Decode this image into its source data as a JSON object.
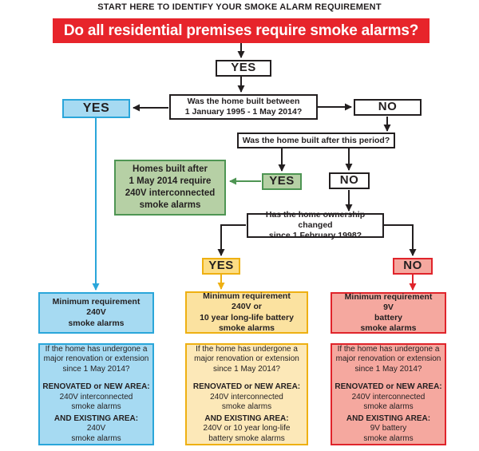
{
  "header": {
    "title": "START HERE TO IDENTIFY YOUR SMOKE ALARM REQUIREMENT"
  },
  "banner": {
    "text": "Do all residential premises require smoke alarms?"
  },
  "flow": {
    "yes_start": "YES",
    "q_built_between": "Was the home built between\n1 January 1995 - 1 May 2014?",
    "yes_built_between": "YES",
    "no_built_between": "NO",
    "q_built_after": "Was the home built after this period?",
    "yes_built_after": "YES",
    "no_built_after": "NO",
    "green_note": "Homes built after\n1 May 2014 require\n240V interconnected\nsmoke alarms",
    "q_ownership": "Has the home ownership changed\nsince 1 February 1998?",
    "yes_ownership": "YES",
    "no_ownership": "NO"
  },
  "outcomes": [
    {
      "name": "240v",
      "minimum": "Minimum requirement\n240V\nsmoke alarms",
      "question": "If the home has undergone a\nmajor renovation or extension\nsince 1 May 2014?",
      "renovated_label": "RENOVATED or NEW AREA:",
      "renovated_value": "240V interconnected\nsmoke alarms",
      "existing_label": "AND EXISTING AREA:",
      "existing_value": "240V\nsmoke alarms"
    },
    {
      "name": "240v-or-long-life-battery",
      "minimum": "Minimum requirement\n240V or\n10 year long-life battery\nsmoke alarms",
      "question": "If the home has undergone a\nmajor renovation or extension\nsince 1 May 2014?",
      "renovated_label": "RENOVATED or NEW AREA:",
      "renovated_value": "240V interconnected\nsmoke alarms",
      "existing_label": "AND EXISTING AREA:",
      "existing_value": "240V or 10 year long-life\nbattery smoke alarms"
    },
    {
      "name": "9v-battery",
      "minimum": "Minimum requirement\n9V\nbattery\nsmoke alarms",
      "question": "If the home has undergone a\nmajor renovation or extension\nsince 1 May 2014?",
      "renovated_label": "RENOVATED or NEW AREA:",
      "renovated_value": "240V interconnected\nsmoke alarms",
      "existing_label": "AND EXISTING AREA:",
      "existing_value": "9V battery\nsmoke alarms"
    }
  ],
  "colors": {
    "banner_red": "#e7242b",
    "blue_fill": "#a6daf2",
    "blue_border": "#2aa6da",
    "green_fill": "#b6d0a5",
    "green_border": "#4e9553",
    "yellow_fill": "#fcdd85",
    "yellow_soft_fill": "#fbe2a0",
    "yellow_pale_fill": "#fce8b8",
    "yellow_border": "#eeb012",
    "red_fill": "#f5a89f",
    "red_border": "#e0242b",
    "text_black": "#231f20"
  }
}
